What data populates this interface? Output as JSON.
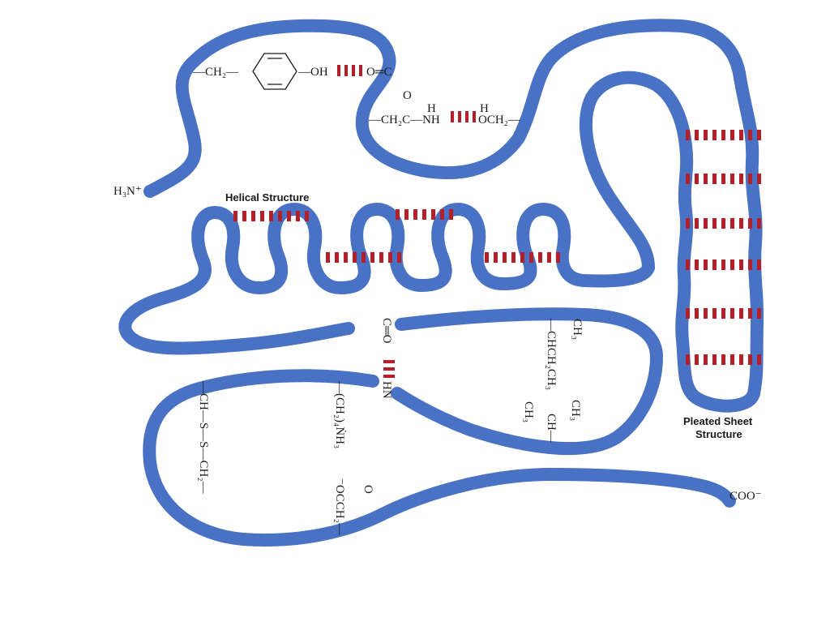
{
  "colors": {
    "ribbon": "#4a72c4",
    "hbond": "#b3202a",
    "text": "#1a1a1a"
  },
  "labels": {
    "helical": "Helical Structure",
    "pleated_line1": "Pleated Sheet",
    "pleated_line2": "Structure",
    "n_terminus": "H₃N⁺",
    "c_terminus": "COO⁻"
  },
  "chem": {
    "tyrosine": "—CH₂—",
    "tyrosine_oh": "—OH",
    "carbonyl": "O═C",
    "amide_o": "O",
    "amide_h": "H",
    "amide": "—CH₂C—NH",
    "serine_h": "H",
    "serine": "OCH₂—",
    "co_nh_top": "C═O",
    "co_nh_bottom": "HN",
    "ile_ch3": "CH₃",
    "ile_chain": "—CHCH₂CH₃",
    "leu_ch3_left": "CH₃",
    "leu_ch3_right": "CH₃",
    "leu_ch": "CH—",
    "disulfide": "—CH—S—S—CH₂—",
    "salt_bridge_lys": "—(CH₂)₄ṄH₃",
    "salt_bridge_asp": "⁻OCCH₂—",
    "salt_bridge_o": "O"
  }
}
